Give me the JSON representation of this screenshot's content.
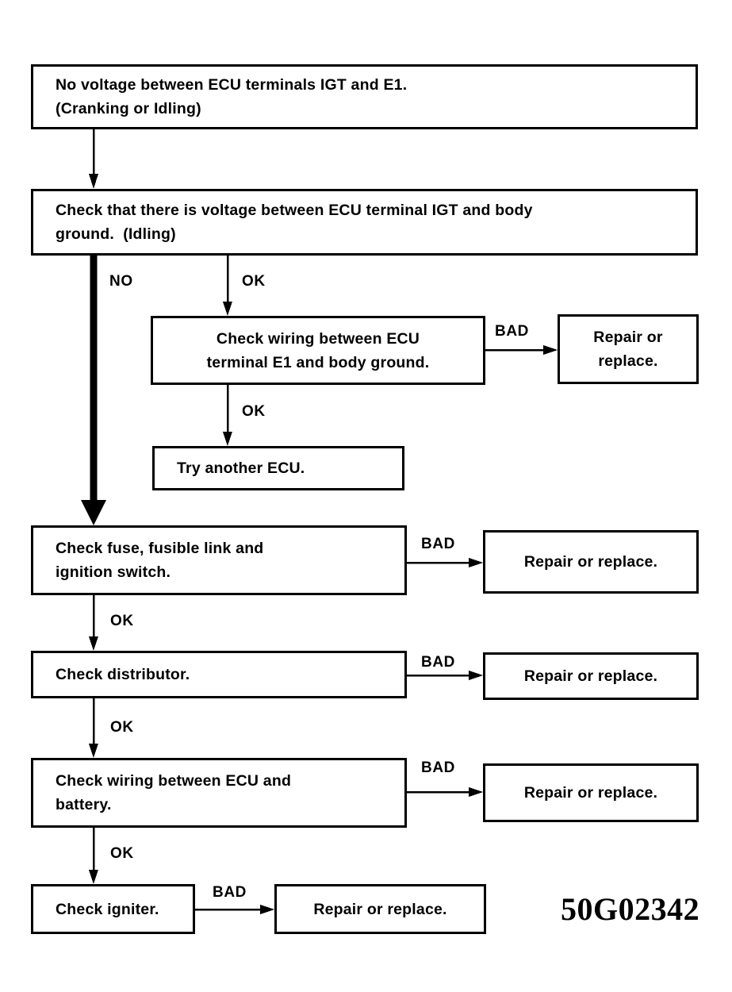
{
  "diagram": {
    "title_id": "50G02342",
    "ink_color": "#000000",
    "background_color": "#ffffff",
    "nodes": {
      "n1": {
        "line1": "No voltage between ECU terminals IGT and E1.",
        "line2": "(Cranking or Idling)"
      },
      "n2": {
        "line1": "Check that there is voltage between ECU terminal IGT and body",
        "line2": "ground.  (Idling)"
      },
      "n3": {
        "line1": "Check wiring between ECU",
        "line2": "terminal E1 and body ground."
      },
      "n4": {
        "line1": "Repair or",
        "line2": "replace."
      },
      "n5": {
        "line1": "Try another ECU."
      },
      "n6": {
        "line1": "Check fuse, fusible link and",
        "line2": "ignition switch."
      },
      "n7": {
        "line1": "Repair or replace."
      },
      "n8": {
        "line1": "Check distributor."
      },
      "n9": {
        "line1": "Repair or replace."
      },
      "n10": {
        "line1": "Check wiring between ECU and",
        "line2": "battery."
      },
      "n11": {
        "line1": "Repair or replace."
      },
      "n12": {
        "line1": "Check igniter."
      },
      "n13": {
        "line1": "Repair or replace."
      }
    },
    "edge_labels": {
      "no_branch": "NO",
      "ok_to_e1": "OK",
      "ok_to_try_ecu": "OK",
      "ok_to_distributor": "OK",
      "ok_to_wiring_battery": "OK",
      "ok_to_igniter": "OK",
      "bad_e1": "BAD",
      "bad_fuse": "BAD",
      "bad_distributor": "BAD",
      "bad_wiring": "BAD",
      "bad_igniter": "BAD"
    }
  },
  "chart_data": {
    "type": "diagram",
    "title": "Ignition system troubleshooting flowchart",
    "flow": [
      {
        "id": "n1",
        "text": "No voltage between ECU terminals IGT and E1. (Cranking or Idling)",
        "outputs": [
          {
            "label": "",
            "to": "n2"
          }
        ]
      },
      {
        "id": "n2",
        "text": "Check that there is voltage between ECU terminal IGT and body ground.  (Idling)",
        "outputs": [
          {
            "label": "NO",
            "to": "n6"
          },
          {
            "label": "OK",
            "to": "n3"
          }
        ]
      },
      {
        "id": "n3",
        "text": "Check wiring between ECU terminal E1 and body ground.",
        "outputs": [
          {
            "label": "BAD",
            "to": "n4"
          },
          {
            "label": "OK",
            "to": "n5"
          }
        ]
      },
      {
        "id": "n4",
        "text": "Repair or replace.",
        "outputs": []
      },
      {
        "id": "n5",
        "text": "Try another ECU.",
        "outputs": []
      },
      {
        "id": "n6",
        "text": "Check fuse, fusible link and ignition switch.",
        "outputs": [
          {
            "label": "BAD",
            "to": "n7"
          },
          {
            "label": "OK",
            "to": "n8"
          }
        ]
      },
      {
        "id": "n7",
        "text": "Repair or replace.",
        "outputs": []
      },
      {
        "id": "n8",
        "text": "Check distributor.",
        "outputs": [
          {
            "label": "BAD",
            "to": "n9"
          },
          {
            "label": "OK",
            "to": "n10"
          }
        ]
      },
      {
        "id": "n9",
        "text": "Repair or replace.",
        "outputs": []
      },
      {
        "id": "n10",
        "text": "Check wiring between ECU and battery.",
        "outputs": [
          {
            "label": "BAD",
            "to": "n11"
          },
          {
            "label": "OK",
            "to": "n12"
          }
        ]
      },
      {
        "id": "n11",
        "text": "Repair or replace.",
        "outputs": []
      },
      {
        "id": "n12",
        "text": "Check igniter.",
        "outputs": [
          {
            "label": "BAD",
            "to": "n13"
          }
        ]
      },
      {
        "id": "n13",
        "text": "Repair or replace.",
        "outputs": []
      }
    ]
  }
}
